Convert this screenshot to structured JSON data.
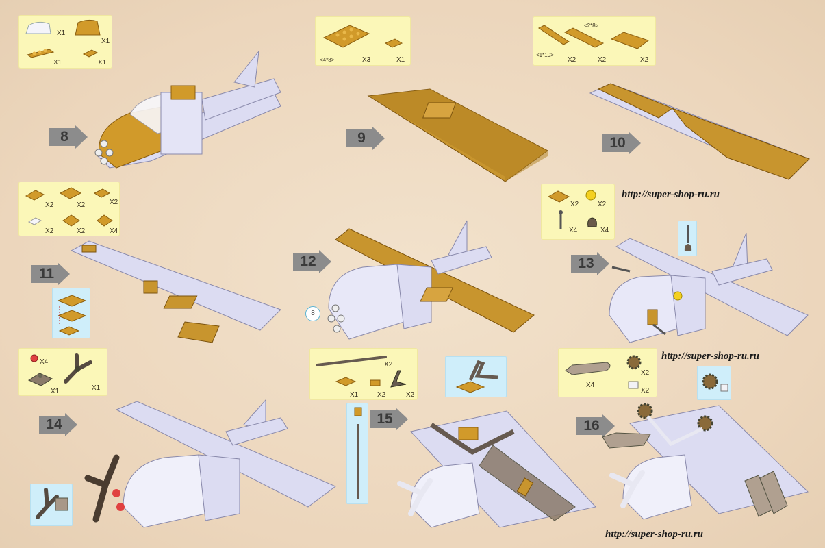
{
  "steps": [
    {
      "number": "8",
      "parts": [
        "X1",
        "X1",
        "X1",
        "X1"
      ]
    },
    {
      "number": "9",
      "parts": [
        "<4*8>",
        "X3",
        "X1"
      ]
    },
    {
      "number": "10",
      "parts": [
        "<2*8>",
        "<1*10>",
        "X2",
        "X2",
        "X2"
      ]
    },
    {
      "number": "11",
      "parts": [
        "X2",
        "X2",
        "X2",
        "X2",
        "X2",
        "X4"
      ]
    },
    {
      "number": "12",
      "callout": "8"
    },
    {
      "number": "13",
      "parts": [
        "X2",
        "X2",
        "X4",
        "X4"
      ]
    },
    {
      "number": "14",
      "parts": [
        "X4",
        "X1",
        "X1"
      ]
    },
    {
      "number": "15",
      "parts": [
        "X2",
        "X1",
        "X2",
        "X2"
      ]
    },
    {
      "number": "16",
      "parts": [
        "X4",
        "X2",
        "X2"
      ]
    }
  ],
  "watermarks": [
    "http://super-shop-ru.ru",
    "http://super-shop-ru.ru",
    "http://super-shop-ru.ru"
  ],
  "colors": {
    "background": "#efdcc4",
    "parts_box": "#fbf7b8",
    "tan_brick": "#c8952e",
    "light_brick": "#dcdcf2",
    "arrow": "#8c8c8c"
  }
}
